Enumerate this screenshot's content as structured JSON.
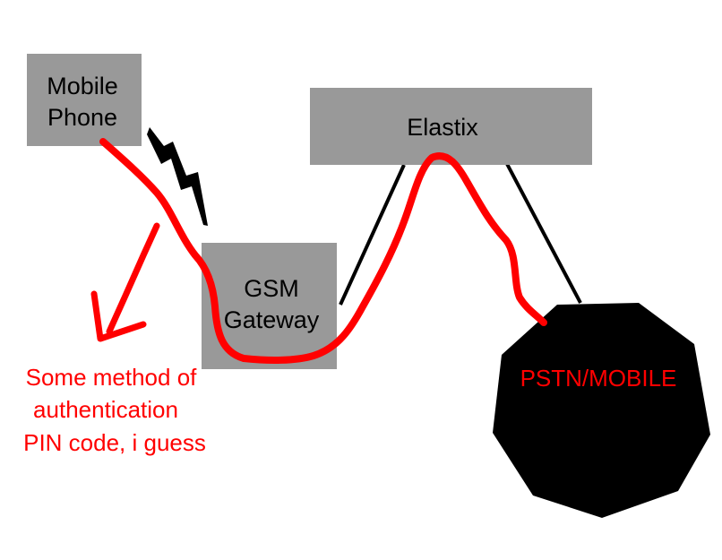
{
  "nodes": {
    "mobile_phone": {
      "line1": "Mobile",
      "line2": "Phone"
    },
    "elastix": {
      "label": "Elastix"
    },
    "gsm_gateway": {
      "line1": "GSM",
      "line2": "Gateway"
    },
    "pstn": {
      "label": "PSTN/MOBILE"
    }
  },
  "annotation": {
    "line1": "Some method of",
    "line2": "authentication",
    "line3": "PIN code, i guess"
  },
  "colors": {
    "box_fill": "#999999",
    "annotation": "#ff0000",
    "path": "#ff0000",
    "octagon_fill": "#000000",
    "connector": "#000000"
  },
  "icons": {
    "wireless": "lightning-bolt-icon"
  }
}
